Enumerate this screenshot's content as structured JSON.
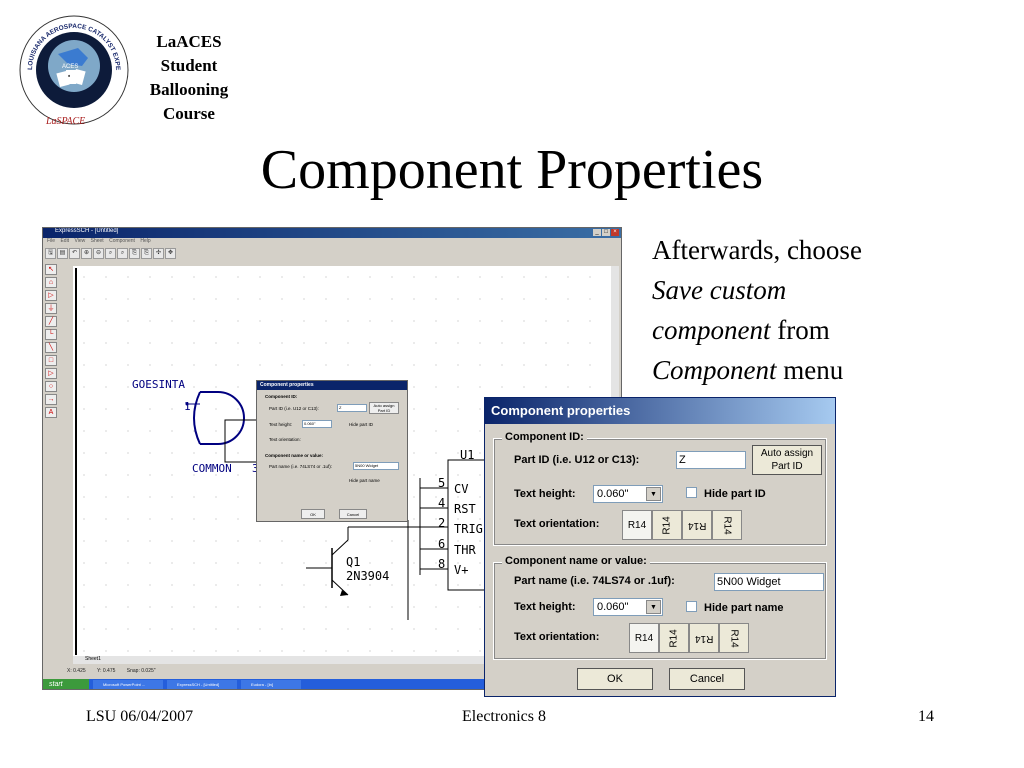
{
  "logo": {
    "ring_text": "LOUISIANA AEROSPACE CATALYST EXPERIENCES for STUDENTS",
    "badge_text": "LaSPACE",
    "inner_text": "ACES"
  },
  "course_title": [
    "LaACES",
    "Student",
    "Ballooning",
    "Course"
  ],
  "slide_title": "Component Properties",
  "side_text": {
    "line1": "Afterwards, choose",
    "italic1": "Save custom",
    "italic2": "component",
    "from": " from",
    "italic3": "Component",
    "menu": " menu"
  },
  "footer": {
    "left": "LSU 06/04/2007",
    "center": "Electronics 8",
    "right": "14"
  },
  "app": {
    "title": "ExpressSCH - [Untitled]",
    "menu": [
      "File",
      "Edit",
      "View",
      "Sheet",
      "Component",
      "Help"
    ],
    "toolbar_icons": [
      "🖫",
      "▤",
      "↶",
      "⊕",
      "⊖",
      "⌕",
      "⌕",
      "⎘",
      "⎘",
      "✣",
      "✥"
    ],
    "sheet_tab": "Sheet1",
    "status": {
      "x": "X: 0.425",
      "y": "Y: 0.475",
      "snap": "Snap: 0.025\""
    },
    "taskbar": {
      "start": "start",
      "tasks": [
        "Microsoft PowerPoint ...",
        "ExpressSCH - [Untitled]",
        "Eudora - [In]"
      ]
    },
    "schematic": {
      "net1": "GOESINTA",
      "pin1": "1",
      "net2": "COMMON",
      "pin2": "3",
      "u1": "U1",
      "pins": [
        "5",
        "4",
        "2",
        "6",
        "8"
      ],
      "pin_names": [
        "CV",
        "RST",
        "TRIG",
        "THR",
        "V+"
      ],
      "q1": "Q1",
      "q1_part": "2N3904"
    }
  },
  "mini_dialog": {
    "title": "Component properties",
    "group1": "Component ID:",
    "part_id_label": "Part ID (i.e. U12 or C13):",
    "part_id_value": "Z",
    "auto_assign": "Auto assign Part ID",
    "text_height_label": "Text height:",
    "text_height_value": "0.060\"",
    "hide_id": "Hide part ID",
    "orient_label": "Text orientation:",
    "group2": "Component name or value:",
    "part_name_label": "Part name (i.e. 74LS74 or .1uf):",
    "part_name_value": "5N00 Widget",
    "hide_name": "Hide part name",
    "ok": "OK",
    "cancel": "Cancel"
  },
  "dialog": {
    "title": "Component properties",
    "group1_title": "Component ID:",
    "part_id_label": "Part ID (i.e. U12 or C13):",
    "part_id_value": "Z",
    "auto_assign": "Auto assign Part ID",
    "text_height_label": "Text height:",
    "text_height_value": "0.060\"",
    "hide_part_id": "Hide part ID",
    "orientation_label": "Text orientation:",
    "orientation_options": [
      "R14",
      "R14",
      "R14",
      "R14"
    ],
    "group2_title": "Component name or value:",
    "part_name_label": "Part name (i.e. 74LS74 or .1uf):",
    "part_name_value": "5N00 Widget",
    "text_height2_label": "Text height:",
    "text_height2_value": "0.060\"",
    "hide_part_name": "Hide part name",
    "orientation2_label": "Text orientation:",
    "ok": "OK",
    "cancel": "Cancel"
  }
}
